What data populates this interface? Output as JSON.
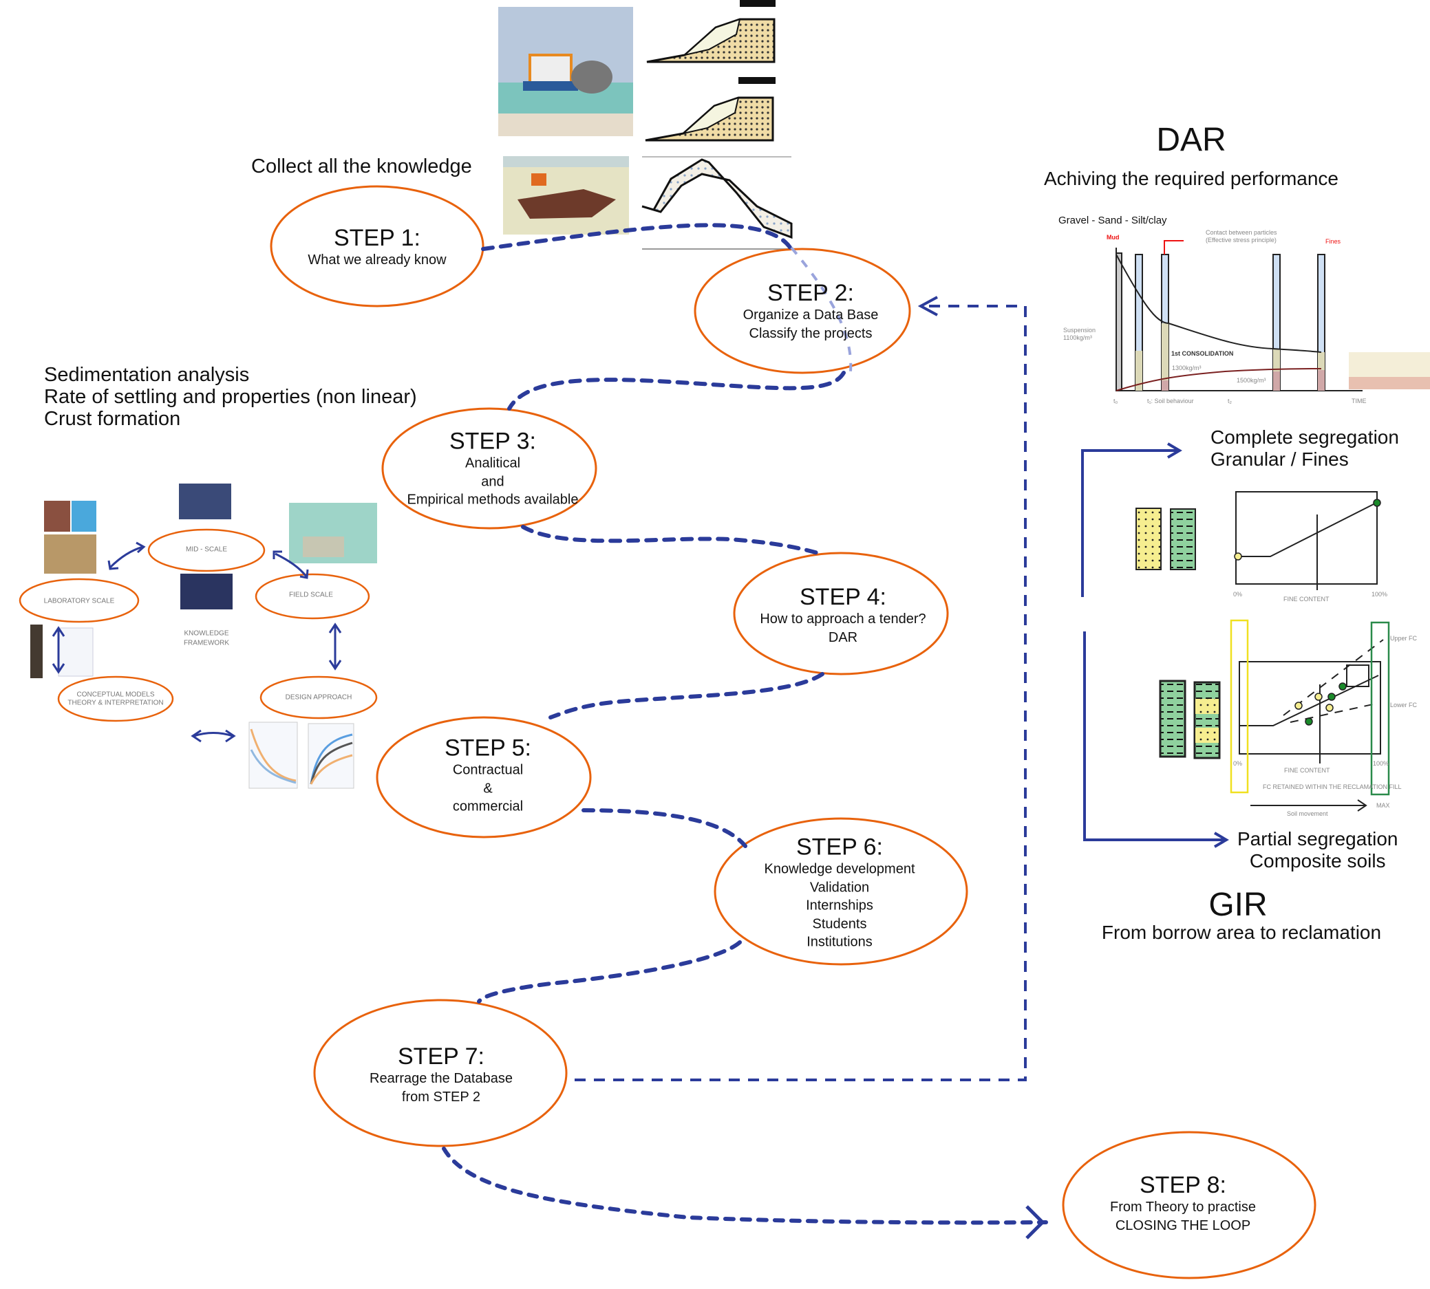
{
  "headings": {
    "collect": "Collect all the knowledge",
    "sedimentation": [
      "Sedimentation analysis",
      "Rate of settling and properties (non linear)",
      "Crust formation"
    ],
    "dar_title": "DAR",
    "dar_subtitle": "Achiving the required performance",
    "gir_title": "GIR",
    "gir_subtitle": "From borrow area to reclamation",
    "complete_seg": [
      "Complete segregation",
      "Granular / Fines"
    ],
    "partial_seg": [
      "Partial segregation",
      "Composite soils"
    ]
  },
  "steps": [
    {
      "title": "STEP 1:",
      "lines": [
        "What we already know"
      ]
    },
    {
      "title": "STEP 2:",
      "lines": [
        "Organize a Data Base",
        "Classify the projects"
      ]
    },
    {
      "title": "STEP 3:",
      "lines": [
        "Analitical",
        "and",
        "Empirical methods available"
      ]
    },
    {
      "title": "STEP 4:",
      "lines": [
        "How to approach a tender?",
        "DAR"
      ]
    },
    {
      "title": "STEP 5:",
      "lines": [
        "Contractual",
        "&",
        "commercial"
      ]
    },
    {
      "title": "STEP 6:",
      "lines": [
        "Knowledge development",
        "Validation",
        "Internships",
        "Students",
        "Institutions"
      ]
    },
    {
      "title": "STEP 7:",
      "lines": [
        "Rearrage the Database",
        "from STEP 2"
      ]
    },
    {
      "title": "STEP 8:",
      "lines": [
        "From Theory to practise",
        "CLOSING THE LOOP"
      ]
    }
  ],
  "framework": {
    "center_label": [
      "KNOWLEDGE",
      "FRAMEWORK"
    ],
    "nodes": [
      "MID - SCALE",
      "LABORATORY SCALE",
      "FIELD SCALE",
      "CONCEPTUAL MODELS",
      "THEORY & INTERPRETATION",
      "DESIGN APPROACH"
    ]
  },
  "consolidation": {
    "top_label": "Gravel - Sand - Silt/clay",
    "mud": "Mud",
    "contact": [
      "Contact between particles",
      "(Effective stress principle)"
    ],
    "fines": "Fines",
    "suspension": [
      "Suspension",
      "1100kg/m³"
    ],
    "first_consolidation": "1st CONSOLIDATION",
    "density1": "1300kg/m³",
    "density2": "1500kg/m³",
    "x_labels": [
      "t₀",
      "t₁: Soil behaviour",
      "t₂",
      "TIME"
    ]
  },
  "charts": {
    "fine_content": "FINE CONTENT",
    "pct_low": "0%",
    "pct_high": "100%",
    "retained": "FC RETAINED WITHIN THE RECLAMATION FILL",
    "soil_movement": "Soil movement",
    "max": "MAX",
    "upper": "Upper FC",
    "lower": "Lower FC"
  },
  "colors": {
    "step_border": "#e8620c",
    "connector": "#2b3b9a",
    "sand": "#f3ea8e",
    "fines": "#8fd19e"
  }
}
